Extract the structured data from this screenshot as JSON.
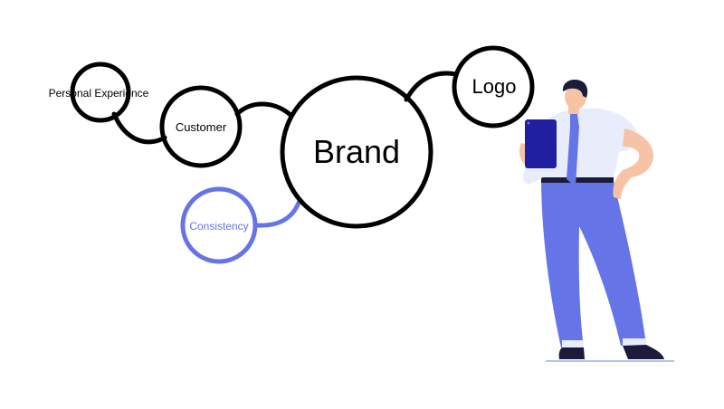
{
  "diagram": {
    "nodes": {
      "personal_experience": "Personal Experience",
      "customer": "Customer",
      "brand": "Brand",
      "logo": "Logo",
      "consistency": "Consistency"
    }
  },
  "colors": {
    "outline": "#000000",
    "accent": "#6574e6",
    "shirt": "#e9edfb",
    "skin": "#f7c3a7",
    "tablet": "#1f1fa0",
    "hair": "#1c1c3a",
    "floor": "#b8c2f0"
  },
  "illustration": {
    "figure": "man-holding-tablet-illustration"
  }
}
